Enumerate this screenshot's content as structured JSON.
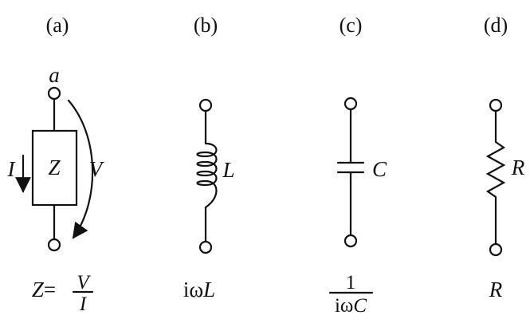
{
  "panels": [
    {
      "label": "(a)",
      "terminal": "a",
      "current": "I",
      "element": "Z",
      "voltage": "V",
      "formula": {
        "lhs": "Z",
        "eq": "=",
        "num": "V",
        "den": "I"
      }
    },
    {
      "label": "(b)",
      "element": "L",
      "impedance": {
        "prefix": "iω",
        "var": "L"
      }
    },
    {
      "label": "(c)",
      "element": "C",
      "impedance": {
        "num": "1",
        "prefix": "iω",
        "var": "C"
      }
    },
    {
      "label": "(d)",
      "element": "R",
      "impedance": {
        "var": "R"
      }
    }
  ],
  "colors": {
    "ink": "#111111",
    "background": "#ffffff"
  }
}
